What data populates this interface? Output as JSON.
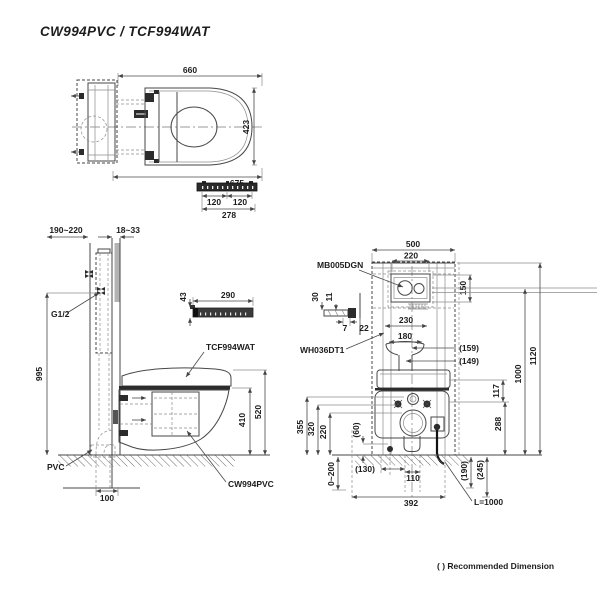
{
  "title": "CW994PVC / TCF994WAT",
  "footnote": "( ) Recommended Dimension",
  "plan_view": {
    "dim_width_top": "660",
    "dim_depth": "423",
    "dim_width_bottom": "675"
  },
  "remote_front_view": {
    "dim_left": "120",
    "dim_right": "120",
    "dim_total": "278"
  },
  "remote_side_view": {
    "dim_height": "43",
    "dim_width": "290"
  },
  "side_view": {
    "dim_tank_offset": "190~220",
    "dim_wall_thickness": "18~33",
    "supply_label": "G1/2",
    "dim_supply_height": "995",
    "seat_label": "TCF994WAT",
    "bowl_label": "CW994PVC",
    "drain_label": "PVC",
    "dim_bowl_height": "410",
    "dim_top_height": "520",
    "dim_drain_offset": "100"
  },
  "front_view": {
    "dim_frame_width": "500",
    "dim_plate_width": "220",
    "plate_label": "MB005DGN",
    "dim_plate_height": "150",
    "dim_bolt_30": "30",
    "dim_bolt_11": "11",
    "dim_bolt_7": "7",
    "dim_bolt_22": "22",
    "dim_230": "230",
    "dim_180": "180",
    "frame_label": "WH036DT1",
    "dim_159": "(159)",
    "dim_149": "(149)",
    "dim_117": "117",
    "dim_288": "288",
    "dim_1000": "1000",
    "dim_1120": "1120",
    "dim_355": "355",
    "dim_320": "320",
    "dim_220": "220",
    "dim_60": "(60)",
    "dim_floor_range": "0~200",
    "dim_130": "(130)",
    "dim_110": "110",
    "dim_392": "392",
    "dim_190": "(190)",
    "dim_245": "(245)",
    "hose_label": "L=1000"
  }
}
